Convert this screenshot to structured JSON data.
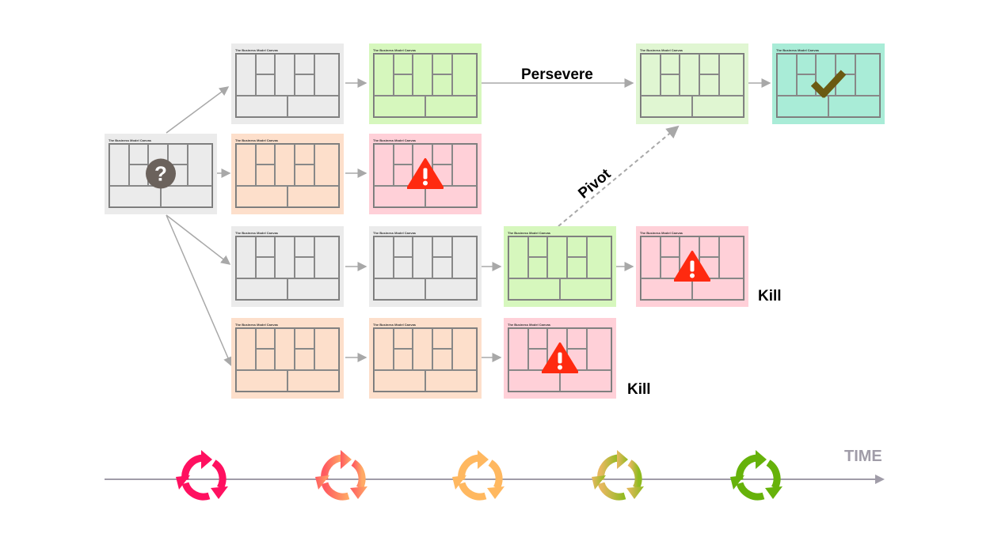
{
  "canvas_title": "The Business Model Canvas",
  "colors": {
    "gray": "#ebebeb",
    "green": "#d6f7bd",
    "lightgreen": "#e0f6d2",
    "teal": "#a9ecd7",
    "orange": "#fddfcb",
    "pink": "#ffd0d8",
    "timeline": "#a09ca8"
  },
  "cards": [
    {
      "id": "r0c1",
      "color": "gray",
      "badge": ""
    },
    {
      "id": "r0c2",
      "color": "green",
      "badge": ""
    },
    {
      "id": "r0c4",
      "color": "lightgreen",
      "badge": ""
    },
    {
      "id": "r0c5",
      "color": "teal",
      "badge": "check"
    },
    {
      "id": "seed",
      "color": "gray",
      "badge": "question"
    },
    {
      "id": "r1c1",
      "color": "orange",
      "badge": ""
    },
    {
      "id": "r1c2",
      "color": "pink",
      "badge": "warning"
    },
    {
      "id": "r2c1",
      "color": "gray",
      "badge": ""
    },
    {
      "id": "r2c2",
      "color": "gray",
      "badge": ""
    },
    {
      "id": "r2c3",
      "color": "green",
      "badge": ""
    },
    {
      "id": "r2c4",
      "color": "pink",
      "badge": "warning"
    },
    {
      "id": "r3c1",
      "color": "orange",
      "badge": ""
    },
    {
      "id": "r3c2",
      "color": "orange",
      "badge": ""
    },
    {
      "id": "r3c3",
      "color": "pink",
      "badge": "warning"
    }
  ],
  "labels": {
    "persevere": "Persevere",
    "pivot": "Pivot",
    "kill1": "Kill",
    "kill2": "Kill",
    "time": "TIME"
  },
  "cycles": [
    [
      "#ff1060",
      "#ff1060"
    ],
    [
      "#ff5a60",
      "#ffaa66"
    ],
    [
      "#ffb860",
      "#ffb860"
    ],
    [
      "#e8b860",
      "#8fba20"
    ],
    [
      "#66b20a",
      "#66b20a"
    ]
  ]
}
